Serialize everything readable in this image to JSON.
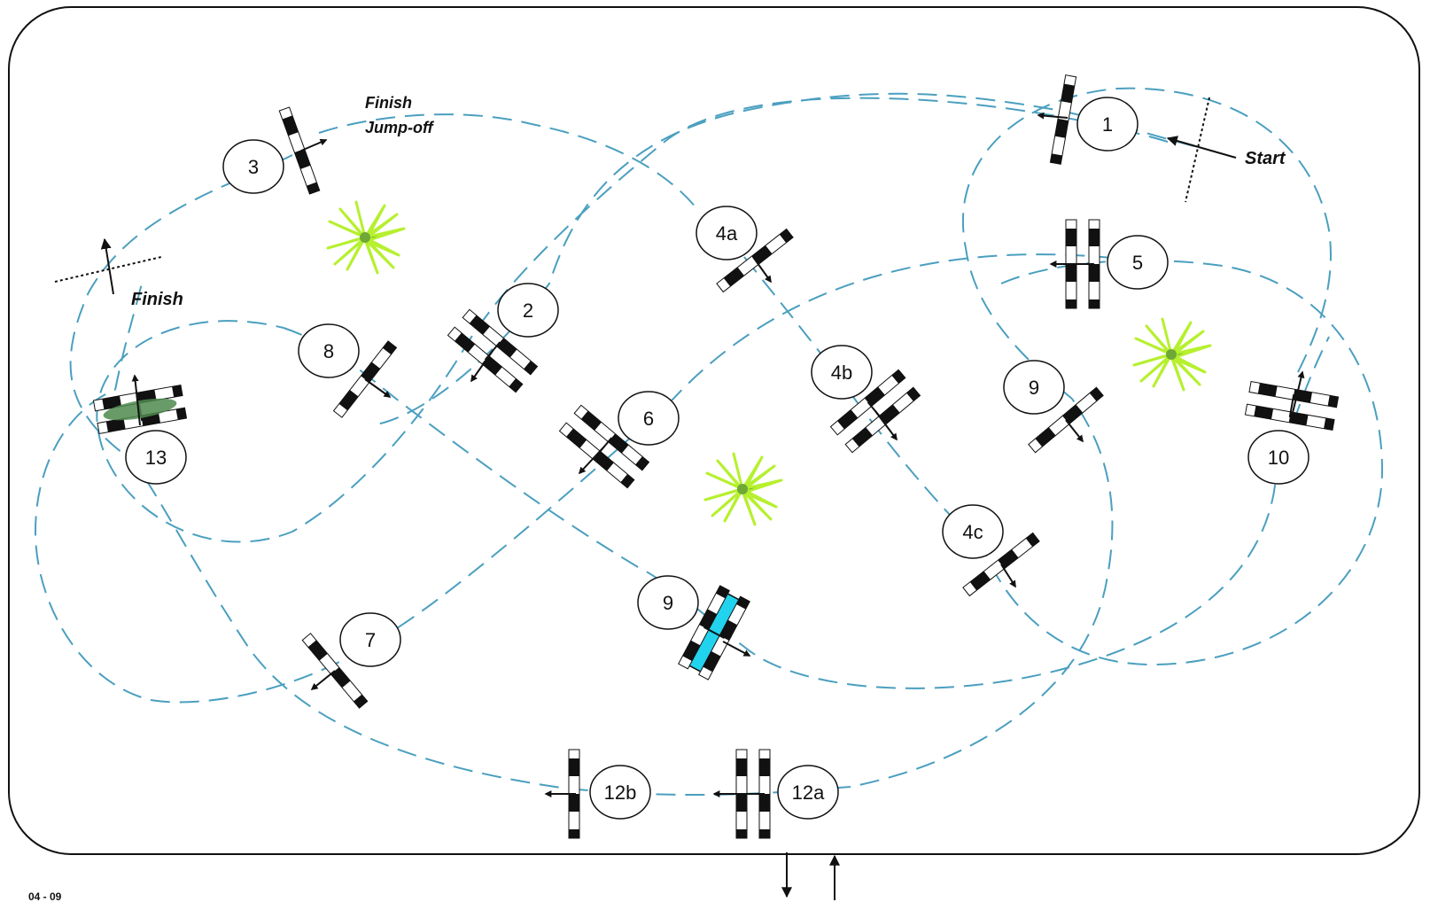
{
  "course": {
    "labels": {
      "start": "Start",
      "finish": "Finish",
      "finish_jumpoff_line1": "Finish",
      "finish_jumpoff_line2": "Jump-off",
      "corner": "04 - 09"
    },
    "colors": {
      "path": "#4a9fbf",
      "rail_dark": "#111111",
      "rail_light": "#ffffff",
      "water": "#22d3ee",
      "liverpool": "#4f8a4f",
      "plant_dark": "#2e8b1a",
      "plant_light": "#b6f02e"
    },
    "obstacles": [
      {
        "id": "1",
        "kind": "vertical"
      },
      {
        "id": "2",
        "kind": "oxer"
      },
      {
        "id": "3",
        "kind": "vertical"
      },
      {
        "id": "4a",
        "kind": "vertical"
      },
      {
        "id": "4b",
        "kind": "oxer"
      },
      {
        "id": "4c",
        "kind": "vertical"
      },
      {
        "id": "5",
        "kind": "oxer"
      },
      {
        "id": "6",
        "kind": "oxer"
      },
      {
        "id": "7",
        "kind": "vertical"
      },
      {
        "id": "8",
        "kind": "vertical"
      },
      {
        "id": "9",
        "kind": "water-oxer"
      },
      {
        "id": "10",
        "kind": "oxer"
      },
      {
        "id": "11",
        "kind": "vertical"
      },
      {
        "id": "12a",
        "kind": "oxer"
      },
      {
        "id": "12b",
        "kind": "vertical"
      },
      {
        "id": "13",
        "kind": "liverpool-oxer"
      }
    ]
  }
}
